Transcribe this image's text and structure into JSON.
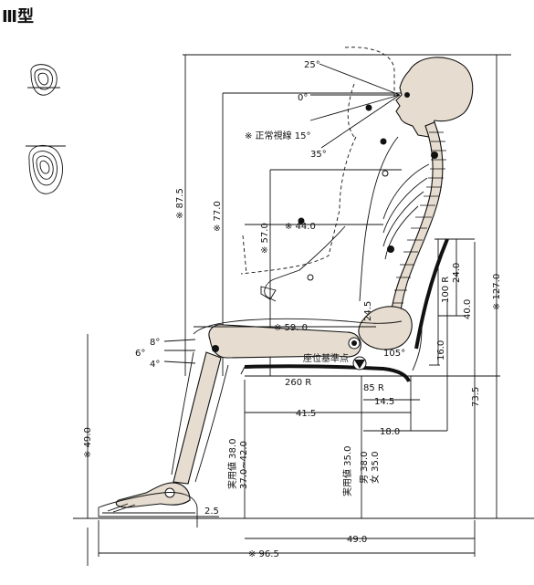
{
  "title": "Ⅲ型",
  "angles": {
    "a25": "25°",
    "a0": "0°",
    "a15": "※ 正常視線 15°",
    "a35": "35°"
  },
  "dims": {
    "h87_5": "※ 87.5",
    "h77": "※ 77.0",
    "h57": "※ 57.0",
    "w44": "※ 44.0",
    "w59": "※ 59. 0",
    "h24_5": "24.5",
    "r100": "100 R",
    "d24": "24.0",
    "d40": "40.0",
    "h127": "※ 127.0",
    "h16": "16.0",
    "a105": "105°",
    "seat_point": "座位基準点",
    "r260": "260 R",
    "r85": "85 R",
    "w14_5": "14.5",
    "w41_5": "41.5",
    "w18": "18.0",
    "h73_5": "73.5",
    "h49": "※ 49.0",
    "a8": "8°",
    "a6": "6°",
    "a4": "4°",
    "practical38": "実用値 38.0",
    "range37_42": "37.0~42.0",
    "practical35": "実用値 35.0",
    "male38": "男 38.0",
    "female35": "女 35.0",
    "h2_5": "2.5",
    "w49": "49.0",
    "w96_5": "※ 96.5"
  }
}
